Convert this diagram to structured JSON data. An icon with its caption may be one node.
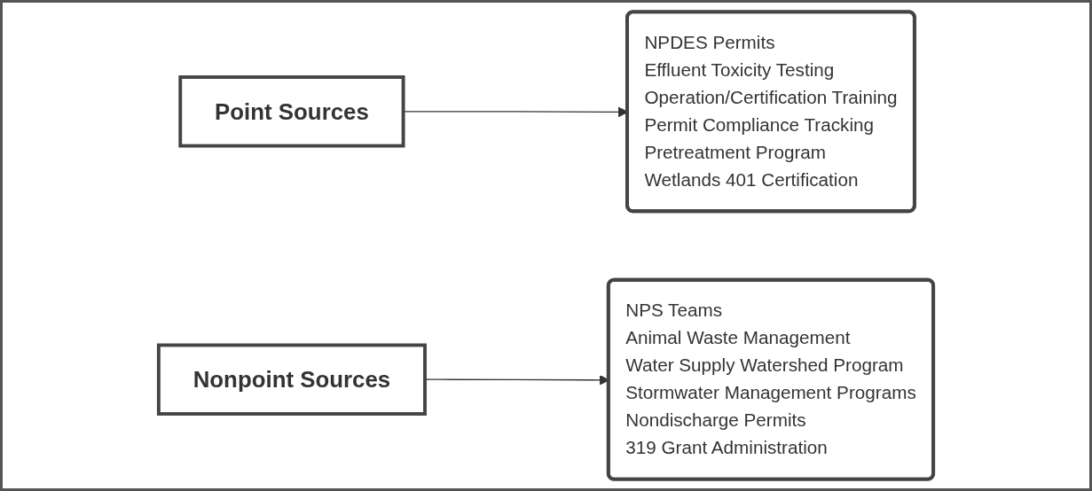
{
  "diagram": {
    "nodes": [
      {
        "text": [
          "Point Sources"
        ]
      },
      {
        "text": [
          "NPDES Permits",
          "Effluent Toxicity Testing",
          "Operation/Certification Training",
          "Permit Compliance Tracking",
          "Pretreatment Program",
          "Wetlands 401 Certification"
        ]
      },
      {
        "text": [
          "Nonpoint Sources"
        ]
      },
      {
        "text": [
          "NPS Teams",
          "Animal Waste Management",
          "Water Supply Watershed Program",
          "Stormwater Management Programs",
          "Nondischarge Permits",
          "319 Grant Administration"
        ]
      }
    ],
    "edges": [
      {
        "from": 0,
        "to": 1,
        "arrow": "to"
      },
      {
        "from": 2,
        "to": 3,
        "arrow": "to"
      }
    ]
  }
}
